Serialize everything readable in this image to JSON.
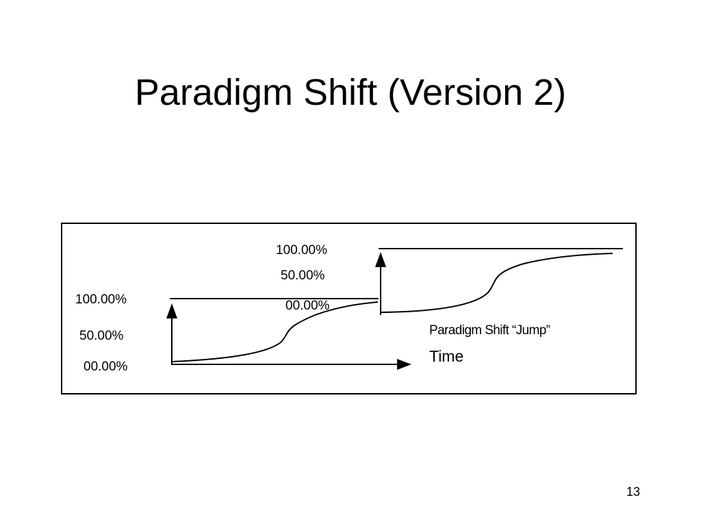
{
  "slide": {
    "title": "Paradigm Shift (Version 2)",
    "page_number": "13"
  },
  "diagram": {
    "curve1": {
      "label_top": "100.00%",
      "label_mid": "50.00%",
      "label_bottom": "00.00%"
    },
    "curve2": {
      "label_top": "100.00%",
      "label_mid": "50.00%",
      "label_bottom": "00.00%"
    },
    "jump_label": "Paradigm Shift “Jump”",
    "time_label": "Time"
  }
}
